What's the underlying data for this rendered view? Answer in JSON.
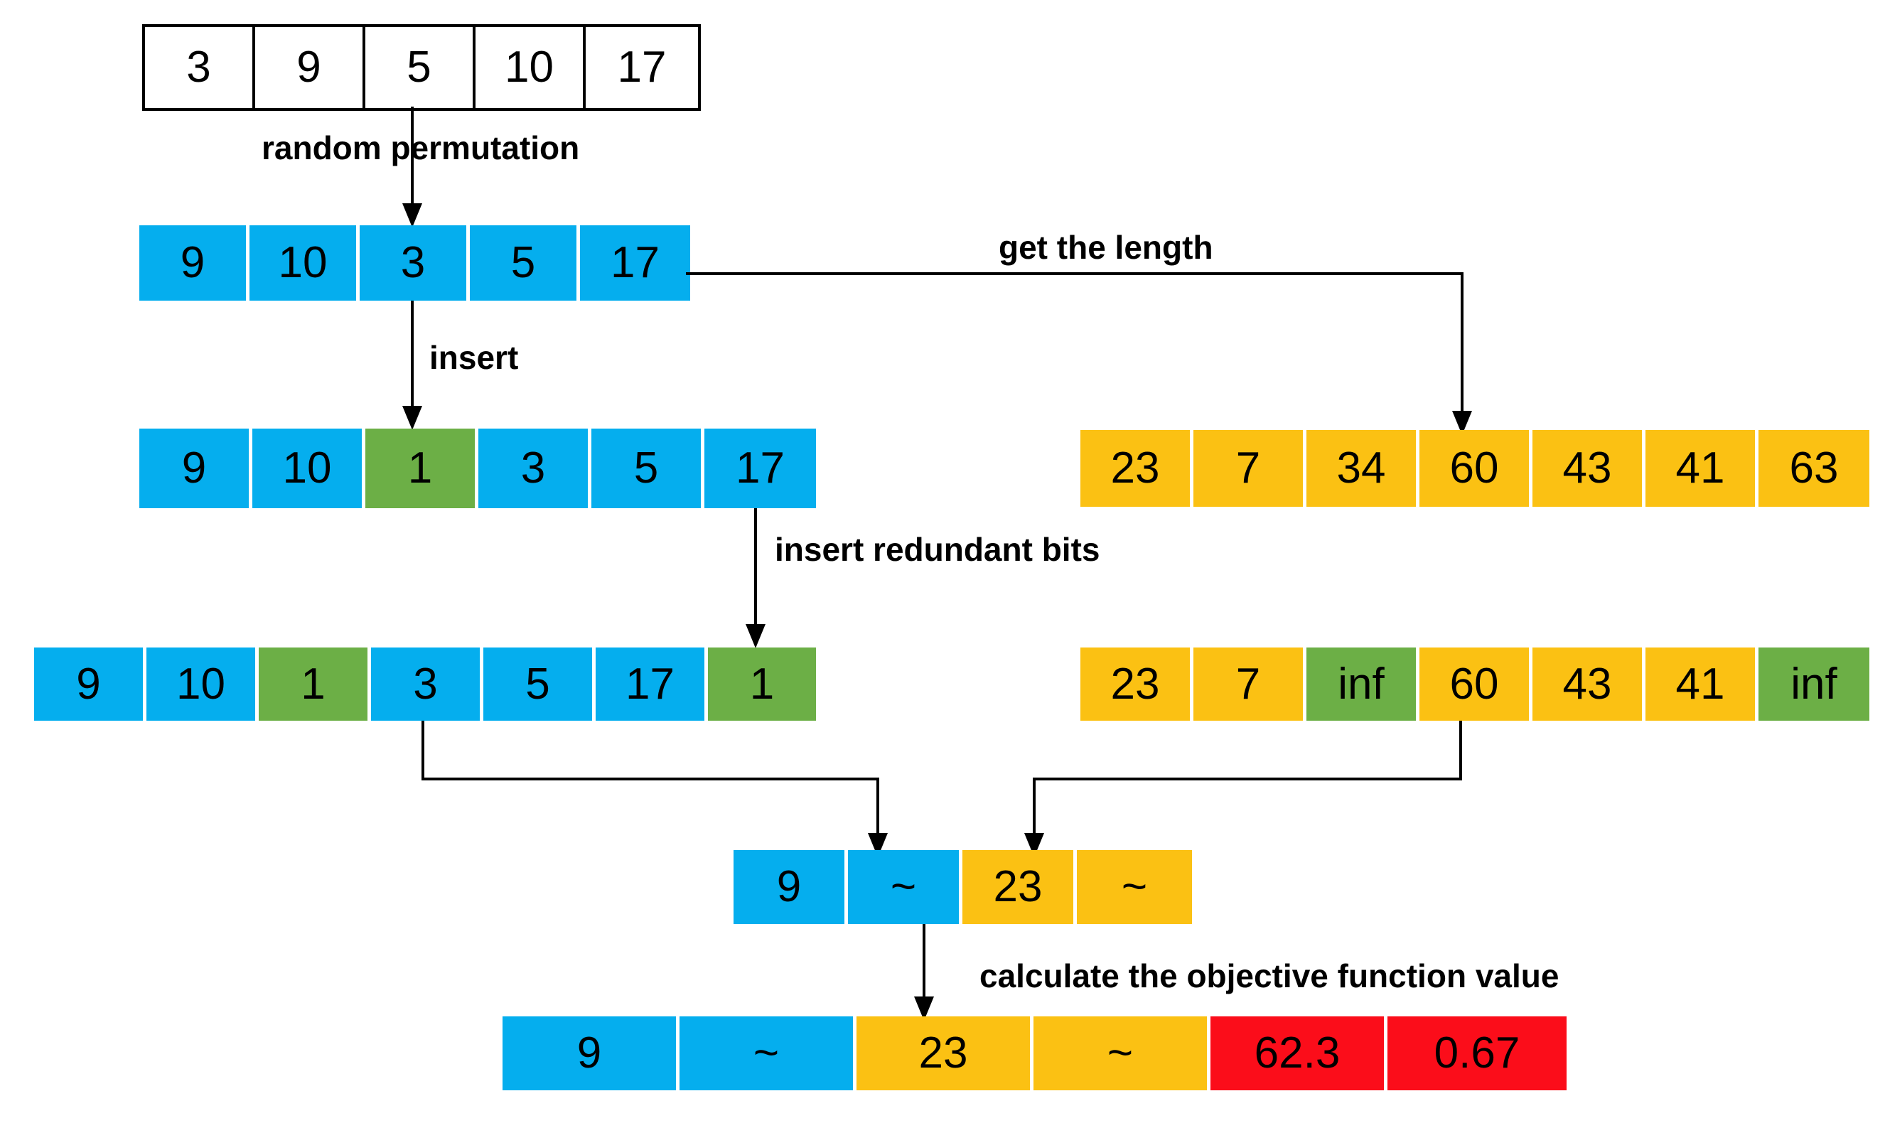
{
  "diagram": {
    "title": "chromosome encoding pipeline",
    "colors": {
      "blue": "#05AEEE",
      "orange": "#FBC113",
      "green": "#6CAF46",
      "red": "#FB0D1A",
      "outline": "#000000",
      "background": "#FFFFFF"
    },
    "rows": [
      {
        "id": "original-sequence",
        "style": "plain",
        "cells": [
          {
            "text": "3",
            "color": "white"
          },
          {
            "text": "9",
            "color": "white"
          },
          {
            "text": "5",
            "color": "white"
          },
          {
            "text": "10",
            "color": "white"
          },
          {
            "text": "17",
            "color": "white"
          }
        ]
      },
      {
        "id": "permuted-sequence",
        "style": "colored",
        "cells": [
          {
            "text": "9",
            "color": "blue"
          },
          {
            "text": "10",
            "color": "blue"
          },
          {
            "text": "3",
            "color": "blue"
          },
          {
            "text": "5",
            "color": "blue"
          },
          {
            "text": "17",
            "color": "blue"
          }
        ]
      },
      {
        "id": "inserted-sequence",
        "style": "colored",
        "cells": [
          {
            "text": "9",
            "color": "blue"
          },
          {
            "text": "10",
            "color": "blue"
          },
          {
            "text": "1",
            "color": "green"
          },
          {
            "text": "3",
            "color": "blue"
          },
          {
            "text": "5",
            "color": "blue"
          },
          {
            "text": "17",
            "color": "blue"
          }
        ]
      },
      {
        "id": "length-sequence",
        "style": "colored",
        "cells": [
          {
            "text": "23",
            "color": "orange"
          },
          {
            "text": "7",
            "color": "orange"
          },
          {
            "text": "34",
            "color": "orange"
          },
          {
            "text": "60",
            "color": "orange"
          },
          {
            "text": "43",
            "color": "orange"
          },
          {
            "text": "41",
            "color": "orange"
          },
          {
            "text": "63",
            "color": "orange"
          }
        ]
      },
      {
        "id": "redundant-left-sequence",
        "style": "colored",
        "cells": [
          {
            "text": "9",
            "color": "blue"
          },
          {
            "text": "10",
            "color": "blue"
          },
          {
            "text": "1",
            "color": "green"
          },
          {
            "text": "3",
            "color": "blue"
          },
          {
            "text": "5",
            "color": "blue"
          },
          {
            "text": "17",
            "color": "blue"
          },
          {
            "text": "1",
            "color": "green"
          }
        ]
      },
      {
        "id": "redundant-right-sequence",
        "style": "colored",
        "cells": [
          {
            "text": "23",
            "color": "orange"
          },
          {
            "text": "7",
            "color": "orange"
          },
          {
            "text": "inf",
            "color": "green"
          },
          {
            "text": "60",
            "color": "orange"
          },
          {
            "text": "43",
            "color": "orange"
          },
          {
            "text": "41",
            "color": "orange"
          },
          {
            "text": "inf",
            "color": "green"
          }
        ]
      },
      {
        "id": "combined-sequence",
        "style": "colored",
        "cells": [
          {
            "text": "9",
            "color": "blue"
          },
          {
            "text": "~",
            "color": "blue"
          },
          {
            "text": "23",
            "color": "orange"
          },
          {
            "text": "~",
            "color": "orange"
          }
        ]
      },
      {
        "id": "objective-sequence",
        "style": "colored",
        "cells": [
          {
            "text": "9",
            "color": "blue"
          },
          {
            "text": "~",
            "color": "blue"
          },
          {
            "text": "23",
            "color": "orange"
          },
          {
            "text": "~",
            "color": "orange"
          },
          {
            "text": "62.3",
            "color": "red"
          },
          {
            "text": "0.67",
            "color": "red"
          }
        ]
      }
    ],
    "labels": [
      {
        "id": "random-permutation",
        "text": "random permutation"
      },
      {
        "id": "get-the-length",
        "text": "get the length"
      },
      {
        "id": "insert",
        "text": "insert"
      },
      {
        "id": "insert-redundant",
        "text": "insert redundant bits"
      },
      {
        "id": "calculate-objective",
        "text": "calculate the objective function value"
      }
    ]
  }
}
